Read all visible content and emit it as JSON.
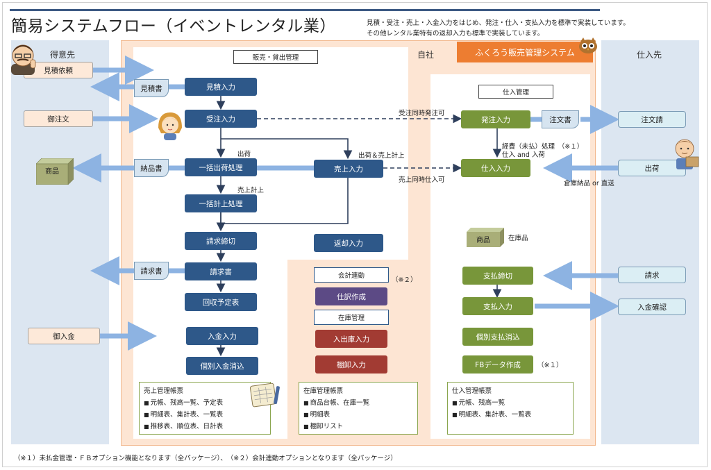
{
  "title": "簡易システムフロー（イベントレンタル業）",
  "description": [
    "見積・受注・売上・入金入力をはじめ、発注・仕入・支払入力を標準で実装しています。",
    "その他レンタル業特有の返却入力も標準で実装しています。"
  ],
  "columns": {
    "customer": "得意先",
    "company": "自社",
    "supplier": "仕入先",
    "brand": "ふくろう販売管理システム"
  },
  "sections": {
    "sales": "販売・貸出管理",
    "purchase": "仕入管理"
  },
  "customer": {
    "estimate_request": "見積依頼",
    "order": "御注文",
    "goods": "商品",
    "payment": "御入金"
  },
  "docs": {
    "estimate_doc": "見積書",
    "delivery_note": "納品書",
    "invoice_doc": "請求書",
    "purchase_order_doc": "注文書"
  },
  "sales_flow": {
    "estimate_input": "見積入力",
    "order_input": "受注入力",
    "bulk_shipping": "一括出荷処理",
    "bulk_recording": "一括計上処理",
    "billing_close": "請求締切",
    "invoice": "請求書",
    "collection_schedule": "回収予定表",
    "payment_input": "入金入力",
    "individual_clearing": "個別入金消込",
    "sales_input": "売上入力",
    "return_input": "返却入力"
  },
  "flow_labels": {
    "shipping": "出荷",
    "sales_recording": "売上計上",
    "ship_and_sales": "出荷＆売上計上",
    "order_simultaneous": "受注同時発注可",
    "sales_simultaneous": "売上同時仕入可",
    "expense": "経費（未払）処理　（※１）",
    "purchase_and_receiving": "仕入 and 入荷",
    "warehouse_or_direct": "倉庫納品 or 直送",
    "in_stock": "在庫品",
    "note2": "（※２）",
    "note1": "（※１）"
  },
  "accounting": {
    "linkage": "会計連動",
    "journal": "仕訳作成",
    "inventory_mgmt": "在庫管理",
    "stock_in_out": "入出庫入力",
    "stocktaking": "棚卸入力"
  },
  "purchase_flow": {
    "order_input": "発注入力",
    "purchase_input": "仕入入力",
    "goods": "商品",
    "payment_close": "支払締切",
    "payment_input": "支払入力",
    "individual_payment_clearing": "個別支払消込",
    "fb_data": "FBデータ作成"
  },
  "supplier": {
    "order_acceptance": "注文請",
    "shipment": "出荷",
    "billing": "請求",
    "payment_confirmation": "入金確認"
  },
  "ledgers": {
    "sales": {
      "title": "売上管理帳票",
      "items": [
        "元帳、残高一覧、予定表",
        "明細表、集計表、一覧表",
        "推移表、順位表、日計表"
      ]
    },
    "inventory": {
      "title": "在庫管理帳票",
      "items": [
        "商品台帳、在庫一覧",
        "明細表",
        "棚卸リスト"
      ]
    },
    "purchase": {
      "title": "仕入管理帳票",
      "items": [
        "元帳、残高一覧",
        "明細表、集計表、一覧表"
      ]
    }
  },
  "footnote": "（※１）未払金管理・ＦＢオプション機能となります（全パッケージ）、　（※２）会計連動オプションとなります（全パッケージ）",
  "colors": {
    "navy": "#2e5889",
    "green": "#78963a",
    "purple": "#5c4a85",
    "red": "#a23b33",
    "orange": "#ed7d31",
    "light_blue_column": "#dce6f1",
    "light_orange_column": "#fde5d3"
  },
  "icons": [
    "businessman-icon",
    "woman-staff-icon",
    "delivery-man-icon",
    "owl-icon",
    "clipboard-icon",
    "goods-box-icon"
  ]
}
